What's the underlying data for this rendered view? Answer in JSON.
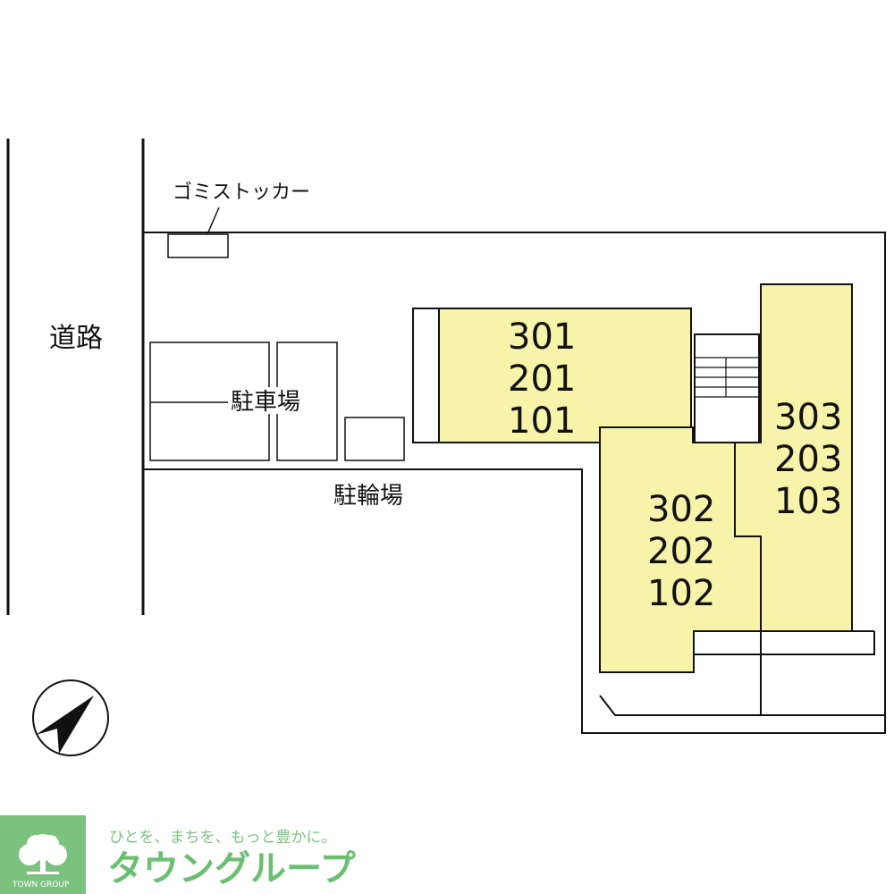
{
  "labels": {
    "road": "道路",
    "garbage": "ゴミストッカー",
    "parking": "駐車場",
    "bicycle": "駐輪場"
  },
  "units": {
    "left": [
      "301",
      "201",
      "101"
    ],
    "middle": [
      "302",
      "202",
      "102"
    ],
    "right": [
      "303",
      "203",
      "103"
    ]
  },
  "compass": {
    "icon": "north-arrow-icon"
  },
  "brand": {
    "slogan": "ひとを、まちを、もっと豊かに。",
    "name": "タウングループ",
    "logo_text": "TOWN GROUP"
  },
  "colors": {
    "unit_fill": "#f7f3a8",
    "line": "#111111",
    "brand_green": "#6bbf73"
  }
}
